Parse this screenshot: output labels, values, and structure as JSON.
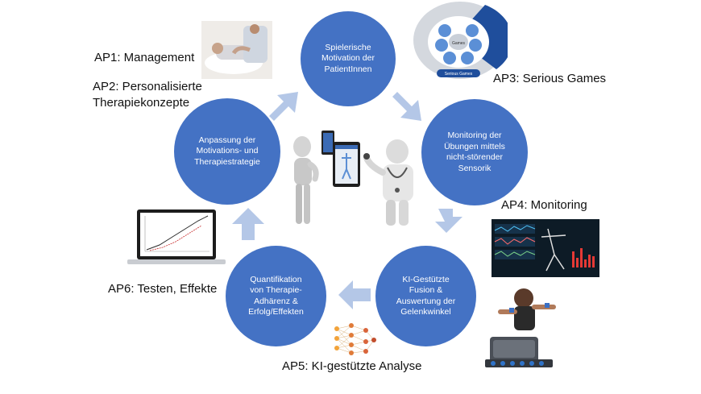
{
  "circles": {
    "top": "Spielerische\nMotivation der\nPatientInnen",
    "right_upper": "Monitoring der\nÜbungen mittels\nnicht-störender\nSensorik",
    "right_lower": "KI-Gestützte\nFusion &\nAuswertung der\nGelenkwinkel",
    "left_lower": "Quantifikation\nvon Therapie-\nAdhärenz &\nErfolg/Effekten",
    "left_upper": "Anpassung der\nMotivations-  und\nTherapiestrategie"
  },
  "labels": {
    "ap1": "AP1: Management",
    "ap2": "AP2: Personalisierte\nTherapiekonzepte",
    "ap3": "AP3: Serious Games",
    "ap4": "AP4: Monitoring",
    "ap5": "AP5: KI-gestützte Analyse",
    "ap6": "AP6: Testen, Effekte"
  },
  "serious_games": {
    "center": "Games",
    "footer": "Serious Games"
  },
  "colors": {
    "circle": "#4472c4",
    "arrow": "#b4c7e7",
    "text": "#111111"
  },
  "icons": [
    "therapy-photo",
    "serious-games-diagram",
    "monitoring-dashboard",
    "laptop-chart",
    "neural-network-icon",
    "sensor-kit-photo",
    "robot-figures-tablet"
  ]
}
